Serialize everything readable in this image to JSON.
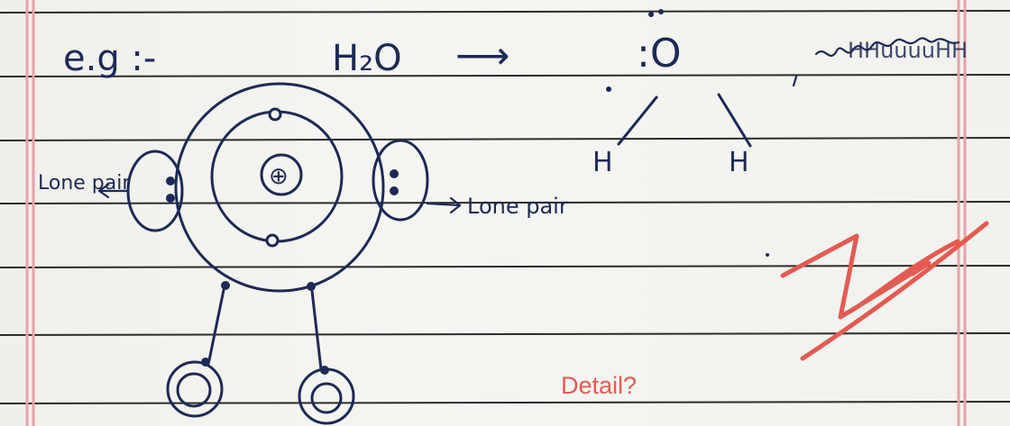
{
  "notebook": {
    "example_prefix": "e.g :-",
    "formula": "H₂O",
    "arrow": "⟶",
    "oxygen_symbol": ":O",
    "hydrogen_left": "H",
    "hydrogen_right": "H",
    "lone_pair_left": "Lone pair",
    "lone_pair_right": "Lone pair",
    "scribble": "HHuuuuHH"
  },
  "annotation": {
    "comment": "Detail?",
    "color": "#e35b52"
  },
  "colors": {
    "ink": "#1d2a55",
    "rule_line": "#2a2a2a",
    "margin_line": "#e6a1a8"
  }
}
